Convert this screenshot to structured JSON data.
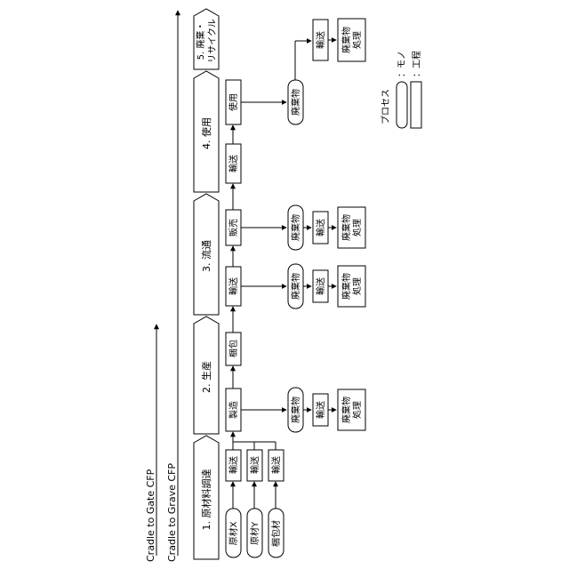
{
  "scopes": {
    "cradle_to_gate": "Cradle to  Gate CFP",
    "cradle_to_grave": "Cradle to  Grave CFP"
  },
  "stages": {
    "s1": "1. 原材料調達",
    "s2": "2. 生産",
    "s3": "3. 流通",
    "s4": "4. 使用",
    "s5_line1": "5. 廃棄・",
    "s5_line2": "リサイクル"
  },
  "items": {
    "raw_x": "原材X",
    "raw_y": "原材Y",
    "packaging_material": "梱包材",
    "waste": "廃棄物"
  },
  "processes": {
    "transport": "輸送",
    "manufacture": "製造",
    "packaging": "梱包",
    "sale": "販売",
    "use": "使用",
    "disposal_line1": "廃棄物",
    "disposal_line2": "処理"
  },
  "legend": {
    "title": "プロセス",
    "item_label": "：モノ",
    "process_label": "：工程"
  }
}
